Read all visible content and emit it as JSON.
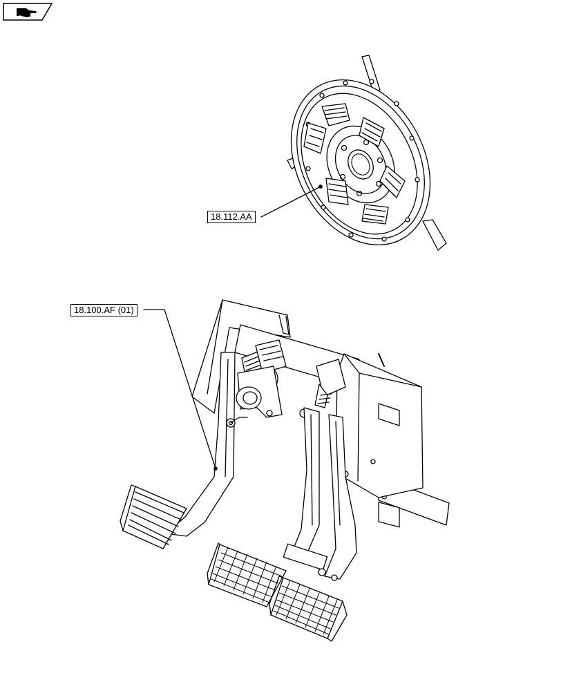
{
  "navigation": {
    "icon": "hand-pointer-icon"
  },
  "callouts": [
    {
      "id": "clutch-disc",
      "text": "18.112.AA"
    },
    {
      "id": "clutch-pedal",
      "text": "18.100.AF (01)"
    }
  ],
  "colors": {
    "line": "#000000",
    "background": "#ffffff"
  }
}
